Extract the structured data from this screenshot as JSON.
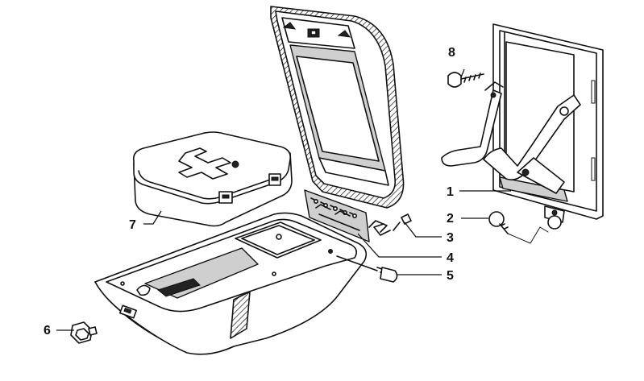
{
  "callouts": [
    {
      "id": "1",
      "label": "1"
    },
    {
      "id": "2",
      "label": "2"
    },
    {
      "id": "3",
      "label": "3"
    },
    {
      "id": "4",
      "label": "4"
    },
    {
      "id": "5",
      "label": "5"
    },
    {
      "id": "6",
      "label": "6"
    },
    {
      "id": "7",
      "label": "7"
    },
    {
      "id": "8",
      "label": "8"
    }
  ],
  "colors": {
    "line": "#111111",
    "background": "#ffffff",
    "shade": "#cfcfcf"
  }
}
